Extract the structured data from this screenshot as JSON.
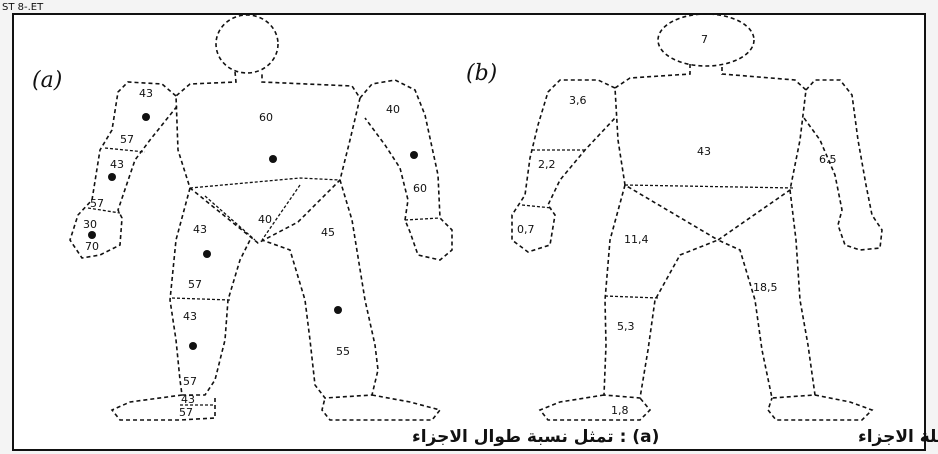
{
  "corner_text": "ST 8-.ET",
  "figure_a": {
    "label": "(a)",
    "values": {
      "head": "",
      "upper_arm_left_top": "43",
      "upper_arm_left_bottom": "57",
      "forearm_left_top": "43",
      "forearm_left_bottom": "57",
      "hand_left_top": "30",
      "hand_left_bottom": "70",
      "trunk": "60",
      "pelvis": "40",
      "upper_arm_right": "40",
      "forearm_right": "60",
      "thigh_left_top": "43",
      "thigh_left_bottom": "57",
      "thigh_right": "45",
      "shank_left_top": "43",
      "shank_left_bottom": "57",
      "shank_right": "55",
      "foot_top": "43",
      "foot_bottom": "57"
    }
  },
  "figure_b": {
    "label": "(b)",
    "values": {
      "head": "7",
      "upper_arm": "3,6",
      "forearm": "2,2",
      "hand": "0,7",
      "trunk": "43",
      "arm_right": "6.5",
      "thigh": "11,4",
      "leg_right": "18,5",
      "shank": "5,3",
      "foot": "1,8"
    }
  },
  "captions": {
    "a": "(a) : تمثل نسبة طوال الاجزاء",
    "b": "(b) : تمثل نسبة كتلة الاجزاء"
  }
}
